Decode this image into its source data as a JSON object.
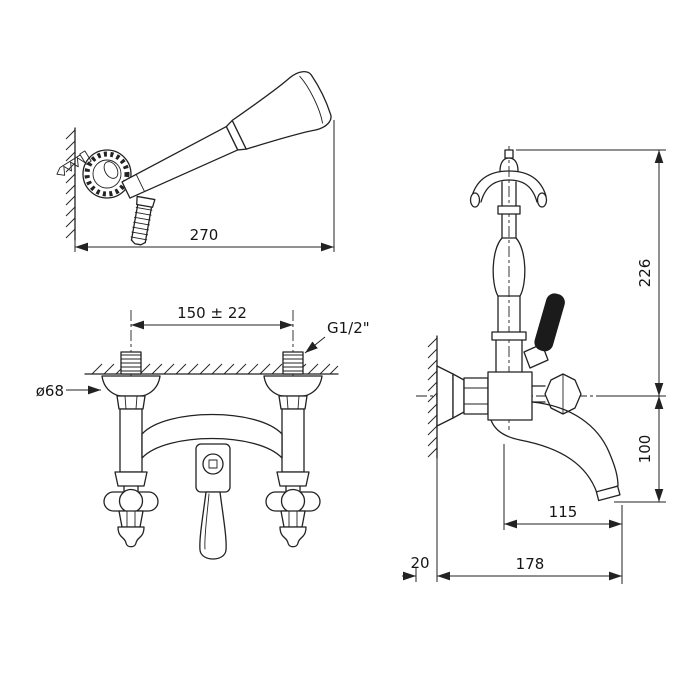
{
  "colors": {
    "background": "#ffffff",
    "line": "#222222"
  },
  "views": {
    "hand_shower": {
      "width": "270"
    },
    "front": {
      "centers": "150 ± 22",
      "thread": "G1/2\"",
      "flange_diameter": "ø68"
    },
    "side": {
      "height_top": "226",
      "height_bottom": "100",
      "spout_reach": "115",
      "wall_offset": "20",
      "total_depth": "178"
    }
  }
}
